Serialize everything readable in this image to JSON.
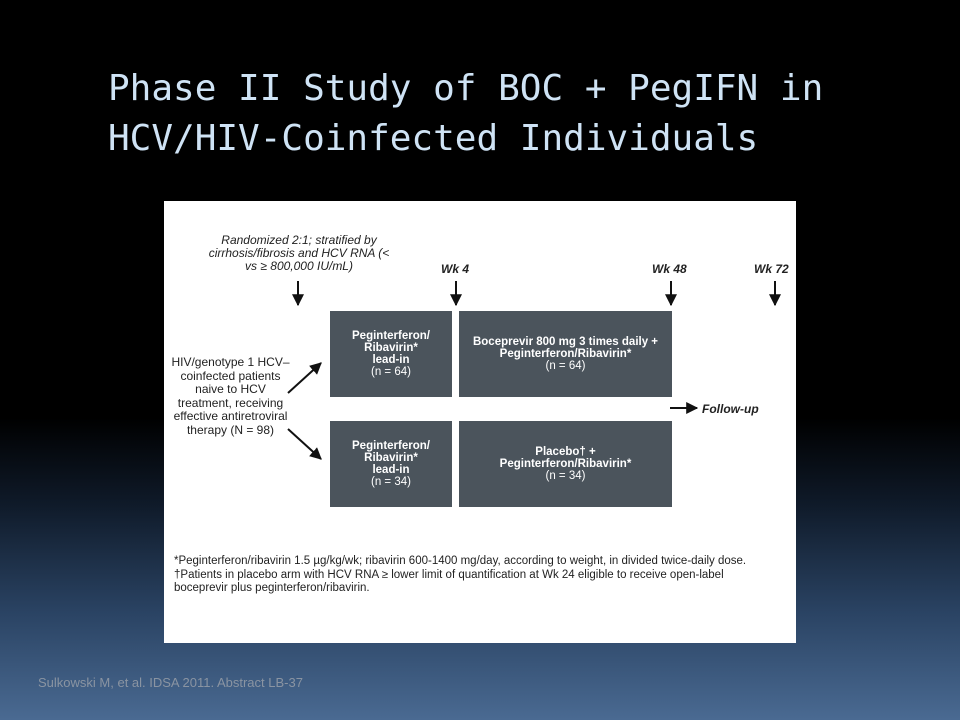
{
  "slide": {
    "title_lines": [
      "Phase II Study of BOC + PegIFN in",
      "HCV/HIV-Coinfected Individuals"
    ],
    "citation": "Sulkowski M, et al. IDSA 2011. Abstract LB-37"
  },
  "diagram": {
    "randomization": "Randomized 2:1; stratified by cirrhosis/fibrosis and HCV RNA (< vs ≥ 800,000 IU/mL)",
    "timepoints": {
      "wk4": "Wk 4",
      "wk48": "Wk 48",
      "wk72": "Wk 72"
    },
    "population": "HIV/genotype 1 HCV–coinfected patients naive to HCV treatment, receiving effective antiretroviral therapy (N = 98)",
    "arm1_leadin": {
      "l1": "Peginterferon/",
      "l2": "Ribavirin*",
      "l3": "lead-in",
      "n": "(n = 64)"
    },
    "arm1_treatment": {
      "l1": "Boceprevir 800 mg 3 times daily +",
      "l2": "Peginterferon/Ribavirin*",
      "n": "(n = 64)"
    },
    "arm2_leadin": {
      "l1": "Peginterferon/",
      "l2": "Ribavirin*",
      "l3": "lead-in",
      "n": "(n = 34)"
    },
    "arm2_treatment": {
      "l1": "Placebo† +",
      "l2": "Peginterferon/Ribavirin*",
      "n": "(n = 34)"
    },
    "followup": "Follow-up",
    "footnotes": [
      "*Peginterferon/ribavirin 1.5 µg/kg/wk; ribavirin 600-1400 mg/day, according to weight, in divided twice-daily dose.",
      "†Patients in placebo arm with HCV RNA ≥ lower limit of quantification at Wk 24 eligible to receive open-label boceprevir plus peginterferon/ribavirin."
    ]
  }
}
